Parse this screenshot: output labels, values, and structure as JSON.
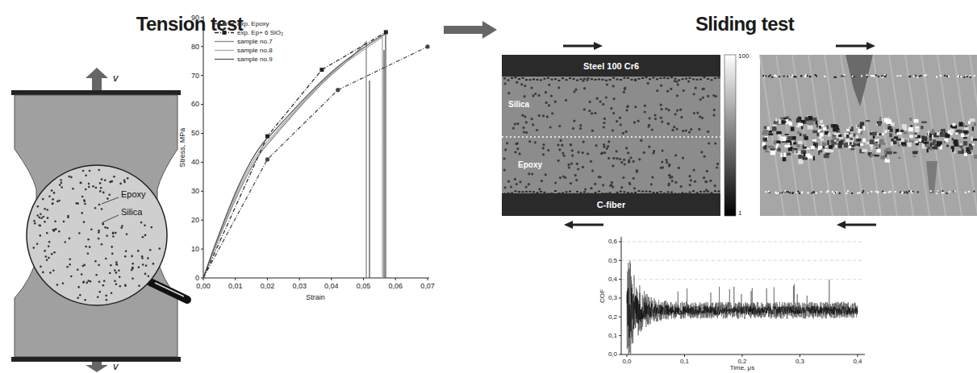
{
  "diagram": {
    "nodes": [
      {
        "text": [
          "Steel 100 Cr6"
        ]
      },
      {
        "text": [
          "C-fiber"
        ]
      }
    ],
    "labels": [
      "Tension test",
      "Sliding test",
      "Epoxy",
      "Silica",
      "v",
      "v",
      "0",
      "10",
      "20",
      "30",
      "40",
      "50",
      "60",
      "70",
      "80",
      "90",
      "0,00",
      "0,01",
      "0,02",
      "0,03",
      "0,04",
      "0,05",
      "0,06",
      "0,07",
      "Stress, MPa",
      "Strain",
      "Silica",
      "Epoxy",
      "100",
      "1",
      "0,0",
      "0,1",
      "0,2",
      "0,3",
      "0,4",
      "0,5",
      "0,6",
      "0,0",
      "0,1",
      "0,2",
      "0,3",
      "0,4",
      "COF",
      "Time, μs"
    ],
    "legend": [
      {
        "text": "exp. Epoxy"
      },
      {
        "text": "exp. Ep+ 6 SiO₂"
      },
      {
        "text": "sample no.7"
      },
      {
        "text": "sample no.8"
      },
      {
        "text": "sample no.9"
      }
    ]
  }
}
